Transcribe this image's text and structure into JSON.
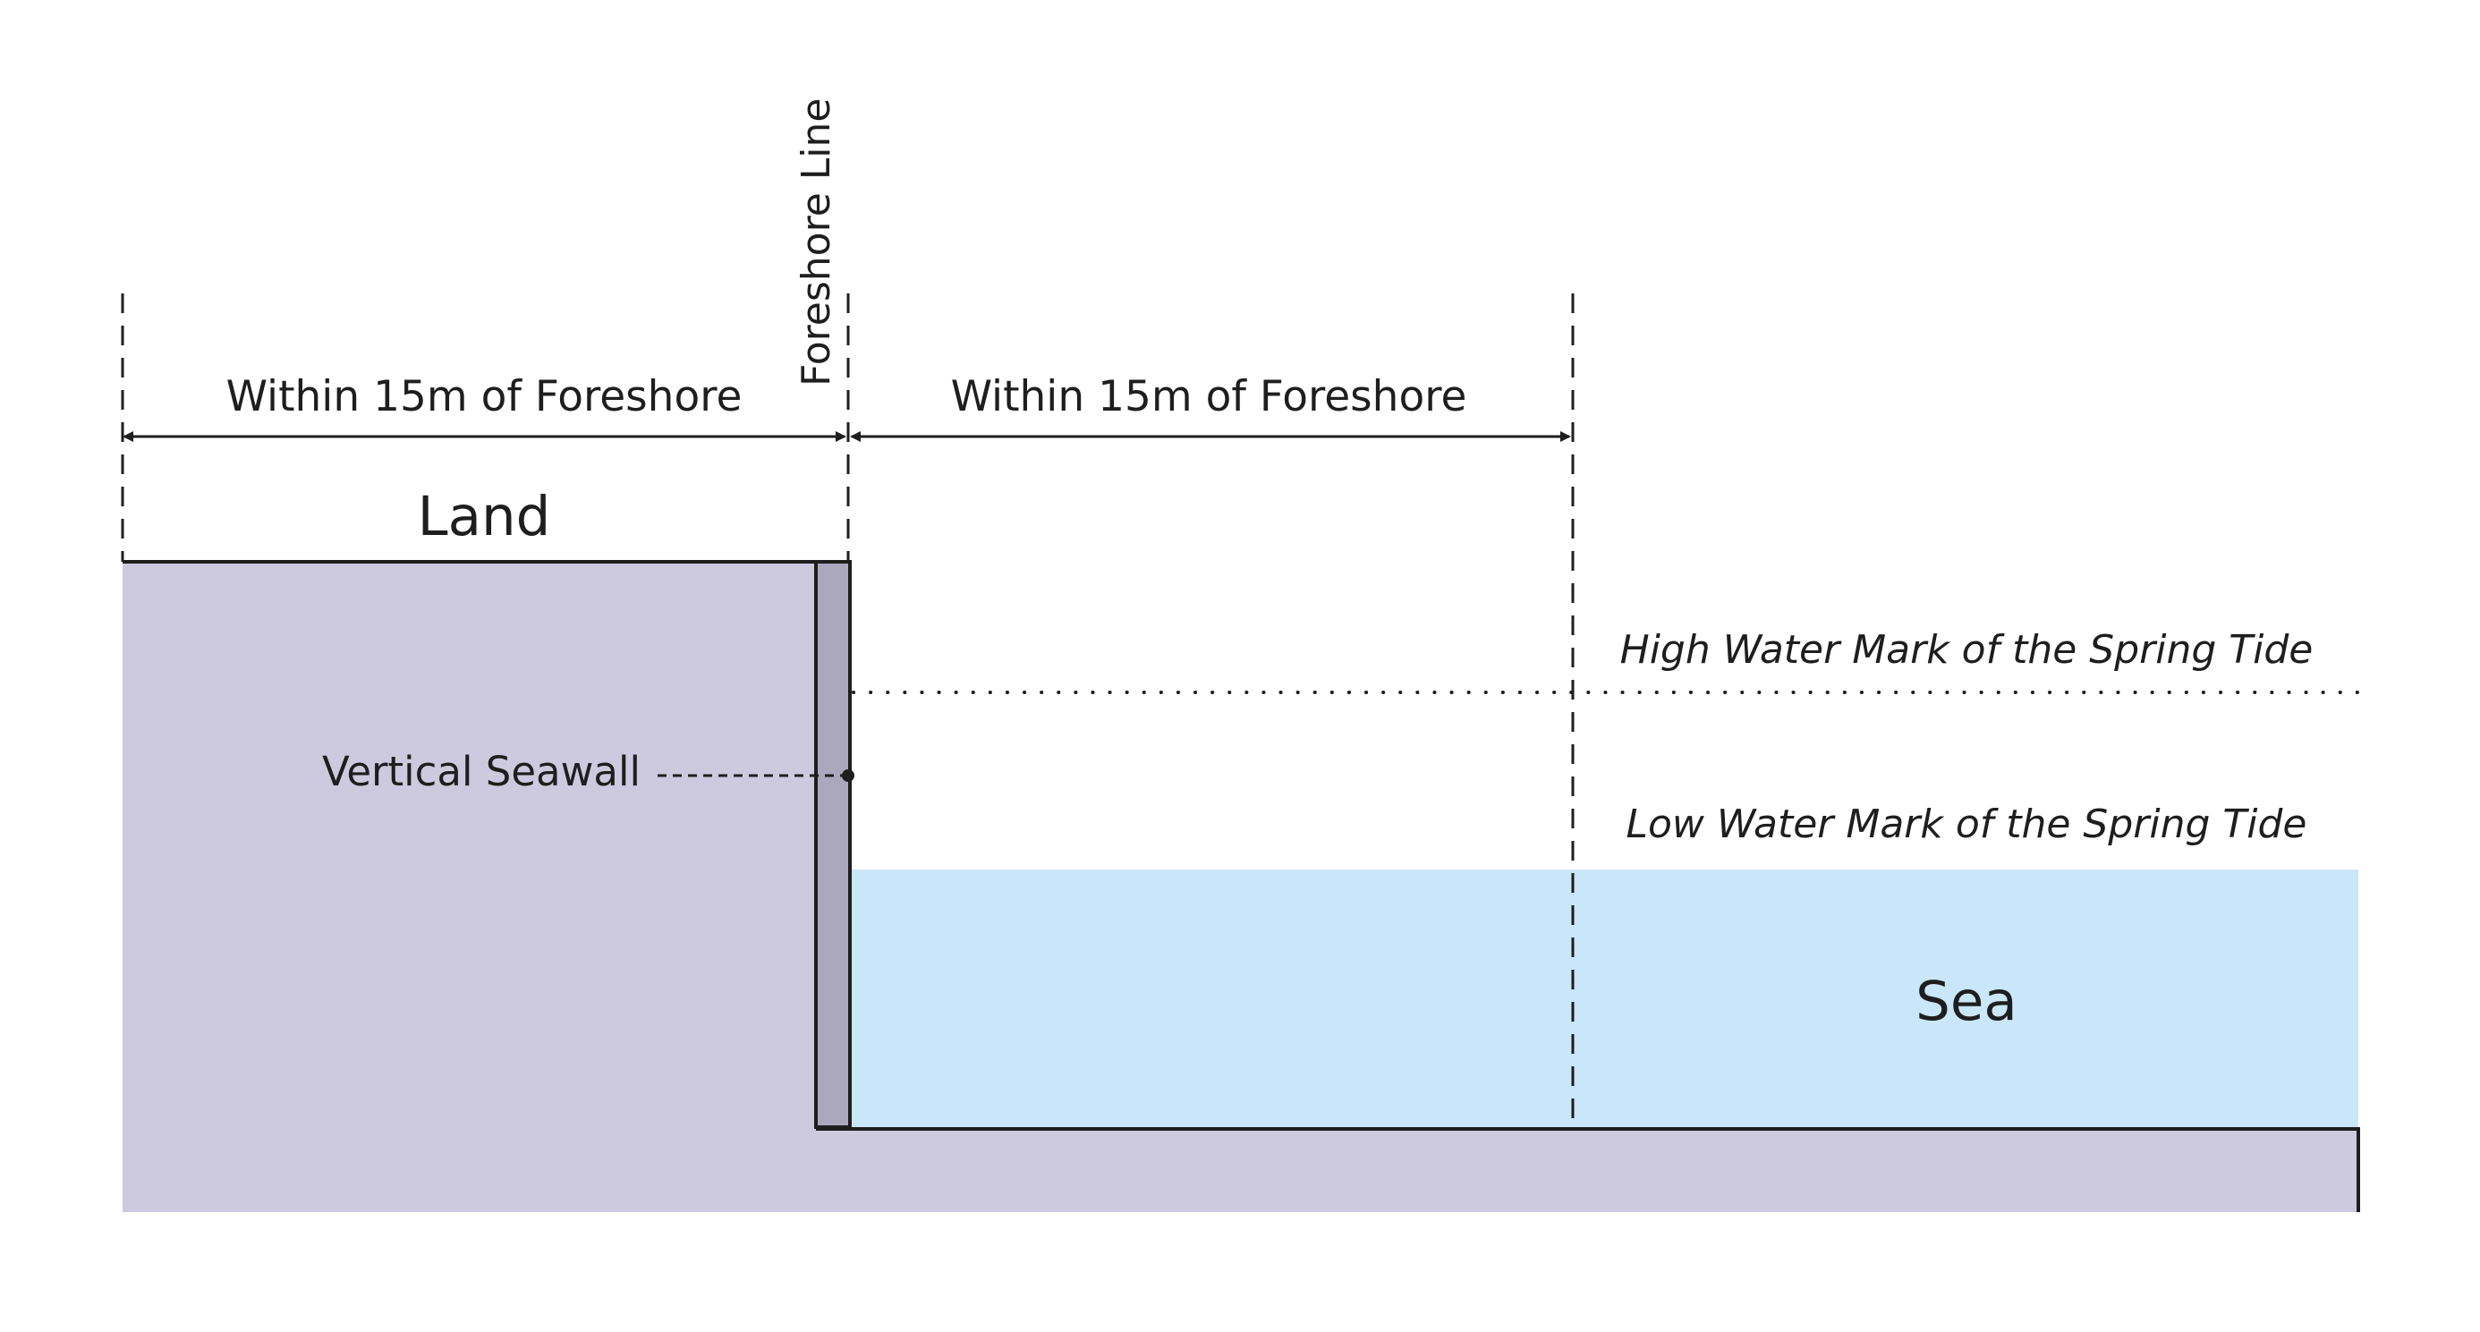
{
  "labels": {
    "foreshore_line": "Foreshore Line",
    "dimension_land_side": "Within 15m of Foreshore",
    "dimension_sea_side": "Within 15m of Foreshore",
    "land": "Land",
    "vertical_seawall": "Vertical Seawall",
    "high_water_mark": "High Water Mark of the Spring Tide",
    "low_water_mark": "Low Water Mark of the Spring Tide",
    "sea": "Sea"
  },
  "colors": {
    "ground": "#CDCADF",
    "seawall": "#ABA8BE",
    "sea": "#CAE6F9",
    "line": "#1E1E1E",
    "background": "#FFFFFF"
  }
}
